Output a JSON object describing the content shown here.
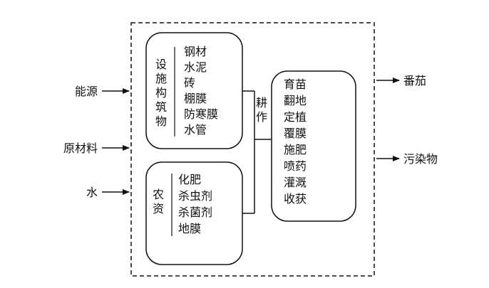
{
  "inputs": [
    "能源",
    "原材料",
    "水"
  ],
  "outputs": [
    "番茄",
    "污染物"
  ],
  "facilities": {
    "label": [
      "设",
      "施",
      "构",
      "筑",
      "物"
    ],
    "items": [
      "钢材",
      "水泥",
      "砖",
      "棚膜",
      "防寒膜",
      "水管"
    ]
  },
  "agri_inputs": {
    "label": [
      "农",
      "资"
    ],
    "items": [
      "化肥",
      "杀虫剂",
      "杀菌剂",
      "地膜"
    ]
  },
  "cultivation": {
    "label": [
      "耕",
      "作"
    ]
  },
  "operations": {
    "items": [
      "育苗",
      "翻地",
      "定植",
      "覆膜",
      "施肥",
      "喷药",
      "灌溉",
      "收获"
    ]
  }
}
